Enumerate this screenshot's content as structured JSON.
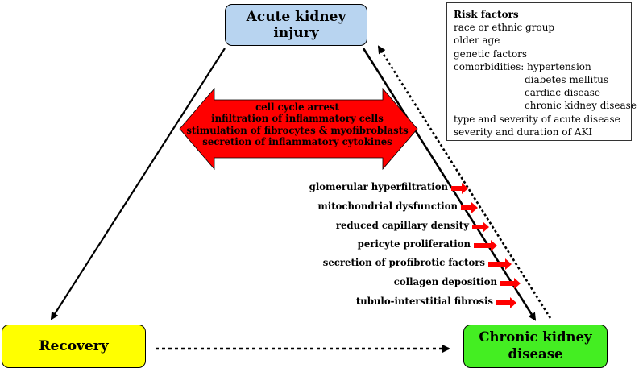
{
  "nodes": {
    "aki": "Acute kidney injury",
    "recovery": "Recovery",
    "ckd_line1": "Chronic kidney",
    "ckd_line2": "disease"
  },
  "risk_factors": {
    "title": "Risk factors",
    "items": [
      "race or ethnic group",
      "older age",
      "genetic factors",
      "comorbidities: hypertension",
      "diabetes mellitus",
      "cardiac disease",
      "chronic kidney disease",
      "type and severity of acute disease",
      "severity and duration of AKI"
    ]
  },
  "double_arrow": {
    "lines": [
      "cell cycle arrest",
      "infiltration of inflammatory cells",
      "stimulation of fibrocytes & myofibroblasts",
      "secretion of inflammatory cytokines"
    ],
    "color": "#ff0000"
  },
  "mechanisms": [
    "glomerular hyperfiltration",
    "mitochondrial dysfunction",
    "reduced capillary density",
    "pericyte proliferation",
    "secretion of profibrotic factors",
    "collagen deposition",
    "tubulo-interstitial fibrosis"
  ],
  "colors": {
    "aki_fill": "#b8d4f0",
    "recovery_fill": "#ffff00",
    "ckd_fill": "#44ee22",
    "arrow_red": "#ff0000"
  }
}
